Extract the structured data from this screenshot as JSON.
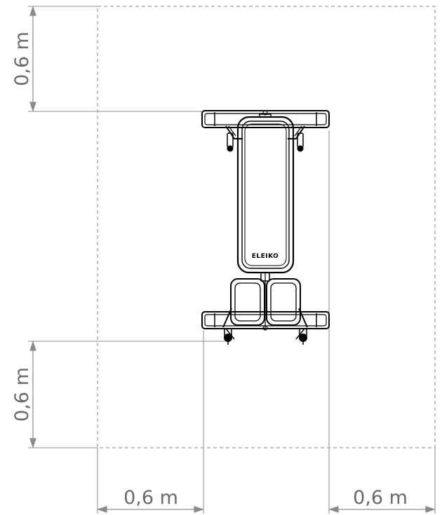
{
  "dimensions": {
    "top_clearance": "0,6 m",
    "bottom_clearance": "0,6 m",
    "left_clearance": "0,6 m",
    "right_clearance": "0,6 m"
  },
  "equipment": {
    "logo_text": "ELEIKO"
  },
  "colors": {
    "dimension_line": "#8a8a8a",
    "boundary": "#9a9a9a",
    "outline": "#000000"
  }
}
